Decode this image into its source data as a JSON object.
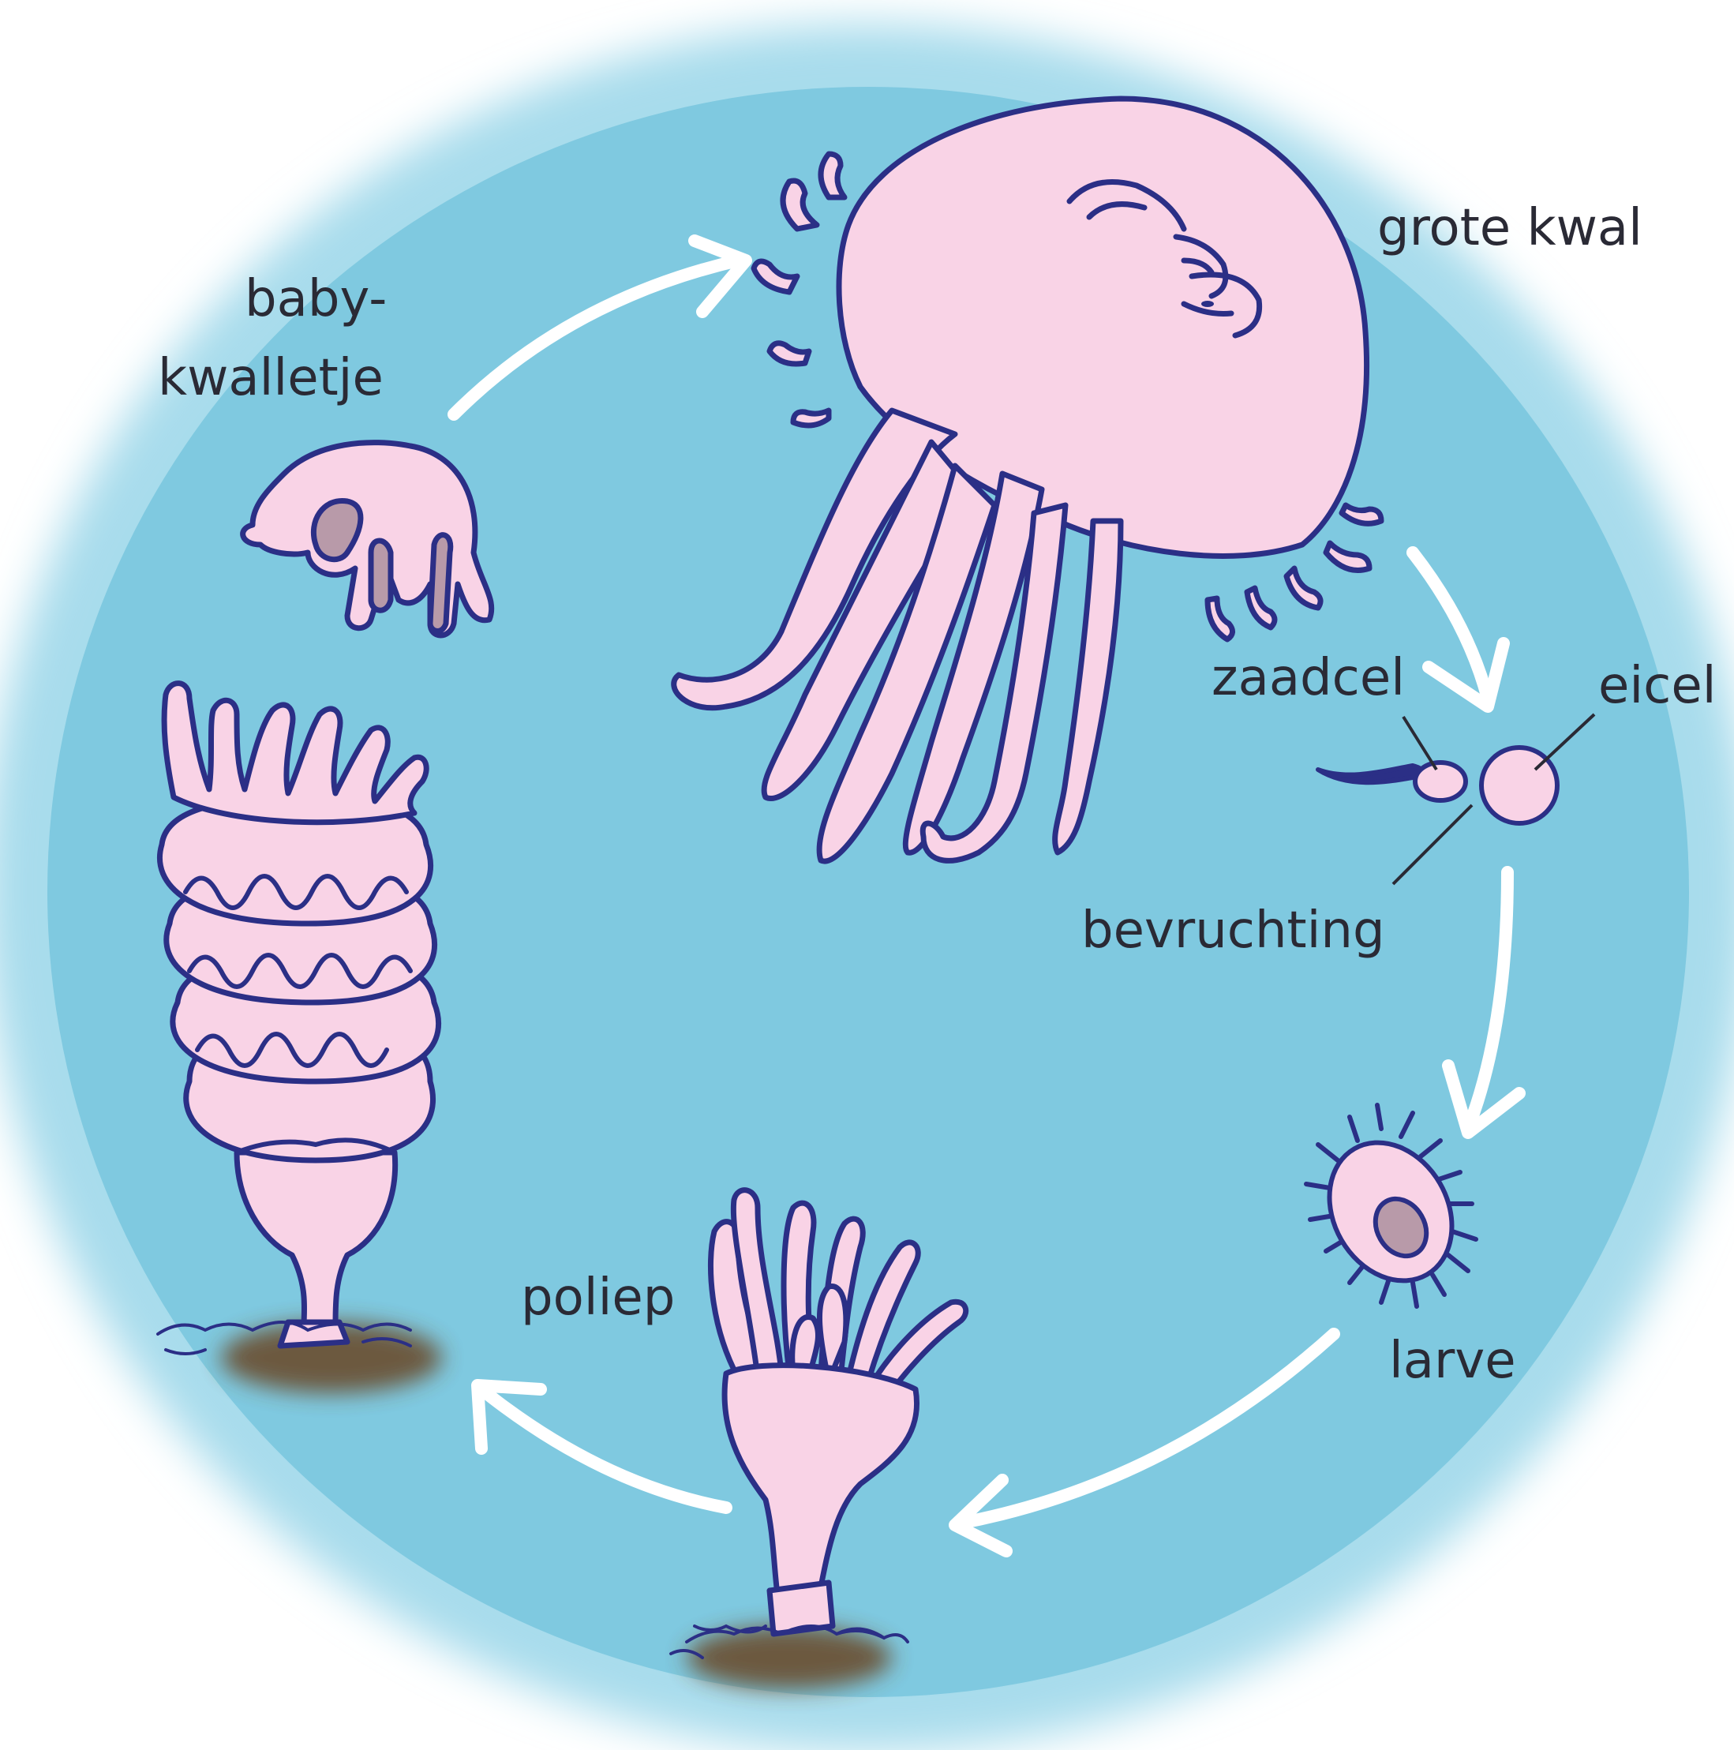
{
  "labels": {
    "grote_kwal": "grote kwal",
    "baby_line1": "baby-",
    "baby_line2": "kwalletje",
    "zaadcel": "zaadcel",
    "eicel": "eicel",
    "bevruchting": "bevruchting",
    "larve": "larve",
    "poliep": "poliep"
  },
  "colors": {
    "water": "#7fc9e0",
    "body": "#f9d3e6",
    "outline": "#2b2f86",
    "nucleus": "#b89aa9",
    "arrow": "#ffffff",
    "ground": "#6b4e2e",
    "text": "#2a2a35"
  }
}
